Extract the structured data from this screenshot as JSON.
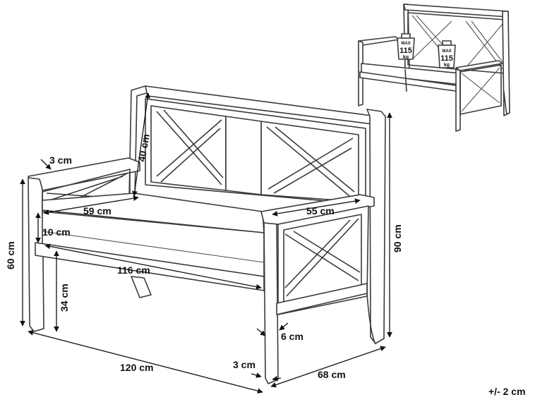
{
  "dimensions": {
    "seat_depth": "59 cm",
    "backrest_height": "40 cm",
    "armrest_thickness": "3 cm",
    "armrest_depth": "55 cm",
    "cushion_thickness": "10 cm",
    "seat_width": "116 cm",
    "total_height": "90 cm",
    "arm_height": "60 cm",
    "seat_height": "34 cm",
    "total_width": "120 cm",
    "total_depth": "68 cm",
    "leg_width": "6 cm",
    "leg_thickness": "3 cm"
  },
  "tolerance": "+/- 2 cm",
  "max_load": {
    "label": "MAX",
    "value": "115",
    "unit": "kg",
    "badges": [
      {
        "label": "MAX",
        "value": "115",
        "unit": "kg"
      },
      {
        "label": "MAX",
        "value": "115",
        "unit": "kg"
      }
    ]
  }
}
